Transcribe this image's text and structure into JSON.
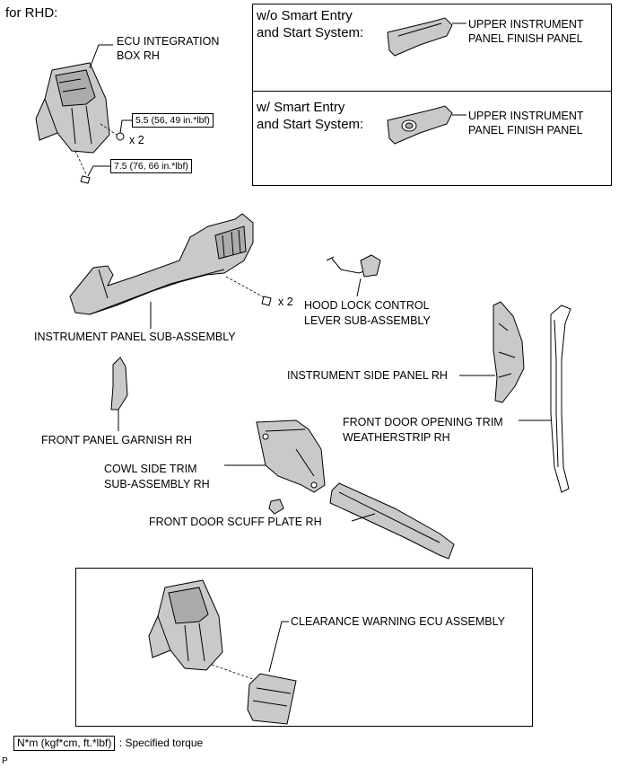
{
  "header": {
    "title": "for RHD:"
  },
  "ecu_integration": {
    "label": "ECU INTEGRATION\nBOX RH",
    "torque_nut": "5.5 (56, 49 in.*lbf)",
    "qty_nut": "x 2",
    "torque_bolt": "7.5 (76, 66 in.*lbf)"
  },
  "options": {
    "wo_title": "w/o Smart Entry\nand Start System:",
    "wo_part": "UPPER INSTRUMENT\nPANEL FINISH PANEL",
    "w_title": "w/ Smart Entry\nand Start System:",
    "w_part": "UPPER INSTRUMENT\nPANEL FINISH PANEL"
  },
  "parts": {
    "hood_lock": "HOOD LOCK CONTROL\nLEVER SUB-ASSEMBLY",
    "qty_bolt": "x 2",
    "instrument_panel": "INSTRUMENT PANEL SUB-ASSEMBLY",
    "instrument_side_panel": "INSTRUMENT SIDE PANEL RH",
    "door_trim": "FRONT DOOR OPENING TRIM\nWEATHERSTRIP RH",
    "front_panel_garnish": "FRONT PANEL GARNISH RH",
    "cowl_side_trim": "COWL SIDE TRIM\nSUB-ASSEMBLY RH",
    "scuff_plate": "FRONT DOOR SCUFF PLATE RH",
    "clearance_ecu": "CLEARANCE WARNING ECU ASSEMBLY"
  },
  "legend": {
    "torque_unit": "N*m (kgf*cm, ft.*lbf)",
    "torque_desc": ": Specified torque"
  },
  "footer": {
    "code": "P"
  }
}
